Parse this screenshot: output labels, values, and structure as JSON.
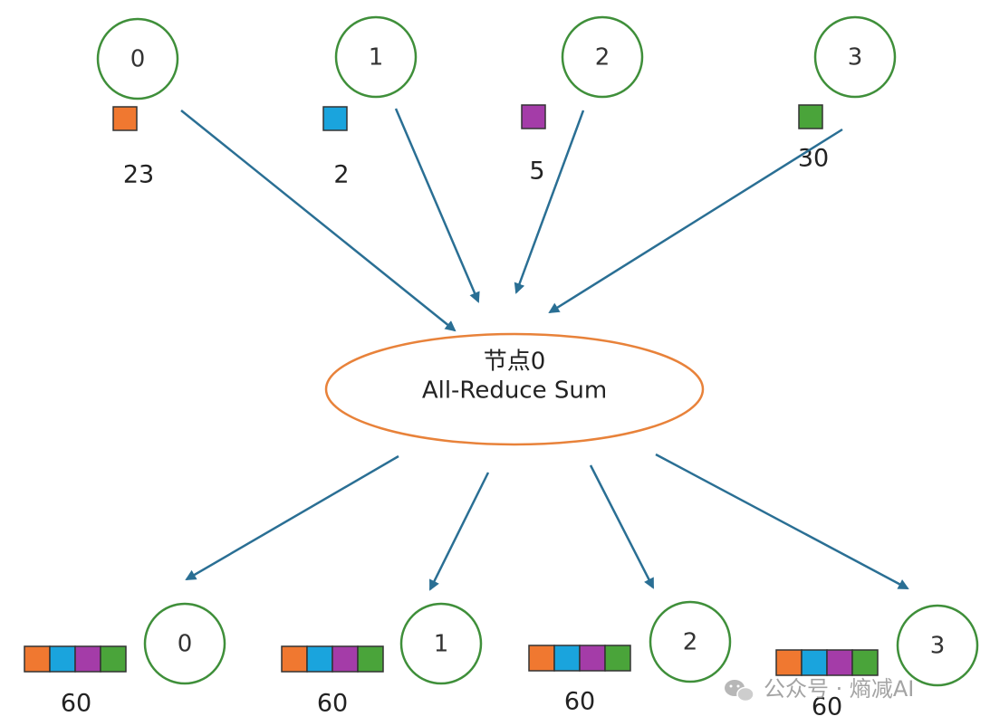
{
  "colors": {
    "node_ring": "#3f8f3a",
    "arrow": "#2a6f94",
    "ellipse": "#e8823a",
    "block_border": "#333333",
    "chunks": [
      "#f07830",
      "#1aa4dd",
      "#a43ca8",
      "#4aa43a"
    ]
  },
  "center": {
    "line1": "节点0",
    "line2": "All-Reduce Sum"
  },
  "top_nodes": [
    {
      "label": "0",
      "value": "23",
      "chunk": 0
    },
    {
      "label": "1",
      "value": "2",
      "chunk": 1
    },
    {
      "label": "2",
      "value": "5",
      "chunk": 2
    },
    {
      "label": "3",
      "value": "30",
      "chunk": 3
    }
  ],
  "bottom_nodes": [
    {
      "label": "0",
      "value": "60"
    },
    {
      "label": "1",
      "value": "60"
    },
    {
      "label": "2",
      "value": "60"
    },
    {
      "label": "3",
      "value": "60"
    }
  ],
  "watermark": {
    "text": "公众号 · 熵减AI",
    "icon": "wechat-icon"
  }
}
